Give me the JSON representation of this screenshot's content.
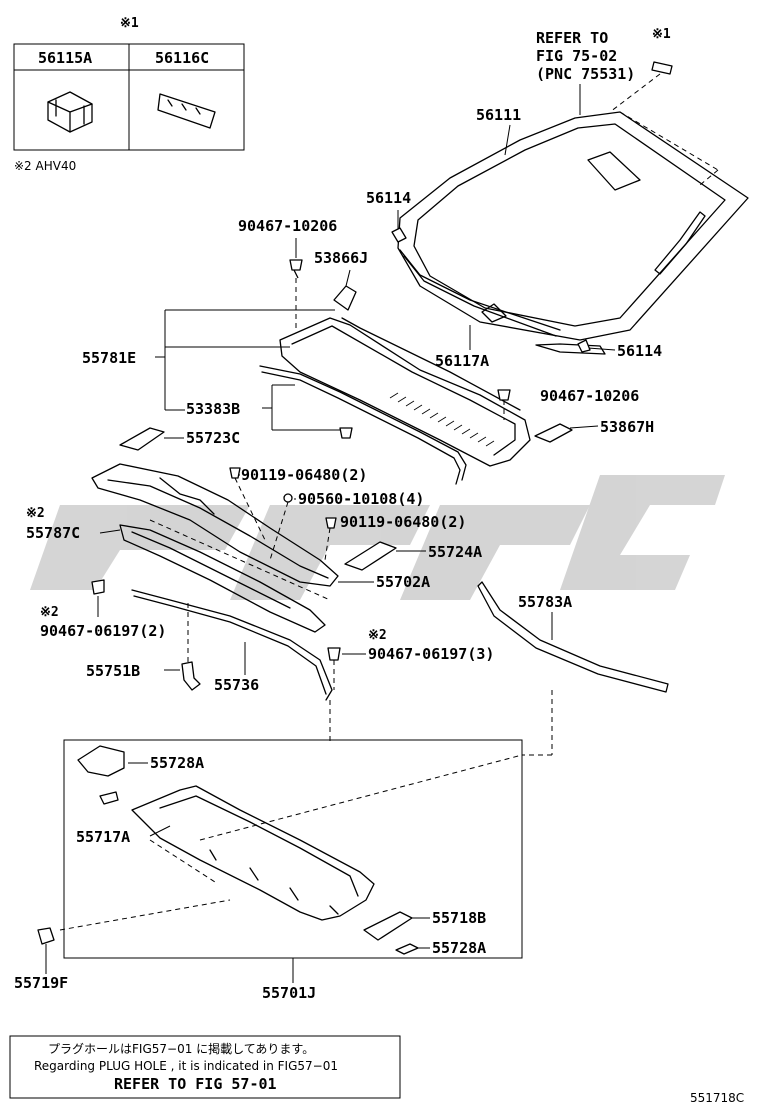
{
  "top_table": {
    "marker": "※1",
    "col1": "56115A",
    "col2": "56116C",
    "footnote": "※2 AHV40"
  },
  "refer_top": {
    "line1": "REFER TO",
    "line2": "FIG 75-02",
    "line3": "(PNC 75531)",
    "marker": "※1"
  },
  "labels": {
    "p56111": "56111",
    "p56114_a": "56114",
    "p90467_10206_a": "90467-10206",
    "p53866J": "53866J",
    "p55781E": "55781E",
    "p56117A": "56117A",
    "p56114_b": "56114",
    "p90467_10206_b": "90467-10206",
    "p53383B": "53383B",
    "p53867H": "53867H",
    "p55723C": "55723C",
    "p90119_06480_a": "90119-06480(2)",
    "p90560_10108": "90560-10108(4)",
    "p90119_06480_b": "90119-06480(2)",
    "marker_55787C": "※2",
    "p55787C": "55787C",
    "p55724A": "55724A",
    "p55702A": "55702A",
    "marker_06197_a": "※2",
    "p90467_06197_a": "90467-06197(2)",
    "p55783A": "55783A",
    "marker_06197_b": "※2",
    "p90467_06197_b": "90467-06197(3)",
    "p55751B": "55751B",
    "p55736": "55736",
    "p55728A_a": "55728A",
    "p55717A": "55717A",
    "p55718B": "55718B",
    "p55728A_b": "55728A",
    "p55719F": "55719F",
    "p55701J": "55701J"
  },
  "bottom_note": {
    "line1": "プラグホールはFIG57−01 に掲載してあります。",
    "line2": "Regarding PLUG HOLE , it is indicated in FIG57−01",
    "line3": "REFER TO FIG 57-01"
  },
  "figure_id": "551718C"
}
